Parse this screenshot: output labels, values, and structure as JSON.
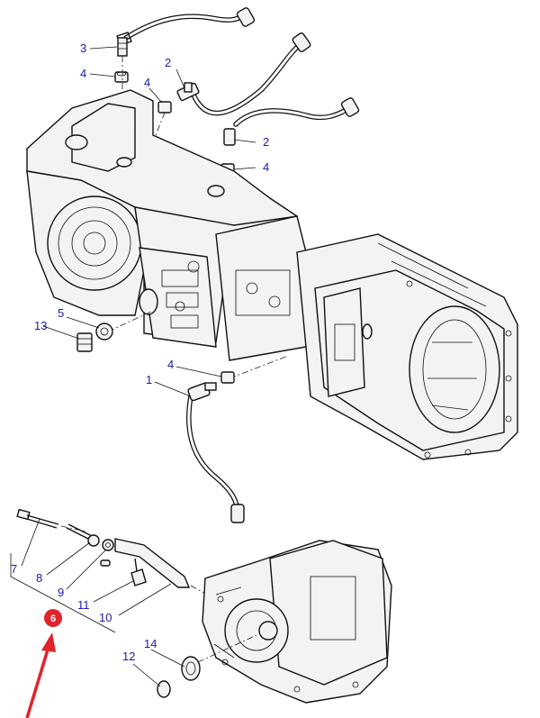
{
  "callouts": {
    "c1": "1",
    "c2a": "2",
    "c2b": "2",
    "c3": "3",
    "c4a": "4",
    "c4b": "4",
    "c4c": "4",
    "c4d": "4",
    "c5": "5",
    "c7": "7",
    "c8": "8",
    "c9": "9",
    "c10": "10",
    "c11": "11",
    "c12": "12",
    "c13": "13",
    "c14": "14"
  },
  "badge": {
    "label": "6",
    "color": "#e0242b"
  },
  "arrow": {
    "color": "#e0242b"
  }
}
